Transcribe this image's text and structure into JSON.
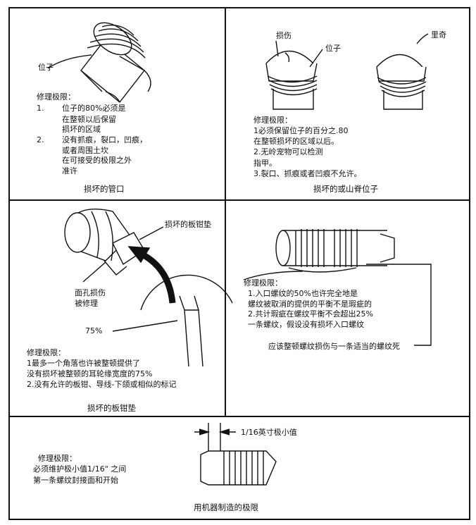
{
  "panel1": {
    "label_position": "位子",
    "limits_title": "修理极限：",
    "item1_num": "1.",
    "item1_lines": [
      "位子的80%必须是",
      "在整顿以后保留",
      "损坏的区域"
    ],
    "item2_num": "2.",
    "item2_lines": [
      "没有抓痕，裂口，凹痕，",
      "或者周围土坎",
      "在可接受的极限之外",
      "准许"
    ],
    "caption": "损坏的管口"
  },
  "panel2": {
    "label_damage": "损伤",
    "label_position": "位子",
    "label_lichi": "里奇",
    "limits_title": "修理极限：",
    "lines": [
      "1必须保留位子的百分之.80",
      "在整顿损坏的区域以后。",
      "2.无岭宠物可以检测",
      "指甲。",
      "3.裂口、抓痕或者凹痕不允许。"
    ],
    "caption": "损坏的或山脊位子"
  },
  "panel3": {
    "label_nut": "损坏的板钳垫",
    "label_face": [
      "面孔损伤",
      "被修理"
    ],
    "label_pct": "75%",
    "limits_title": "修理极限：",
    "lines": [
      "1最多一个角落也许被整顿提供了",
      "没有损坏被整顿的耳轮缘宽度的75%",
      "2.没有允许的板钳、导线-下颌或相似的标记"
    ],
    "caption": "损坏的板钳垫"
  },
  "panel4": {
    "limits_title": "修理极限：",
    "lines": [
      "1.入口螺纹的50%也许完全地是",
      "螺纹被取消的提供的平衡不是瑕疵的",
      "2.共计瑕疵在螺纹平衡不会超出25%",
      "一条螺纹，假设没有损坏入口螺纹"
    ],
    "note": "应该整顿螺纹损伤与一条适当的螺纹死"
  },
  "panel5": {
    "dim_label": "1/16英寸极小值",
    "limits_title": "修理极限：",
    "lines": [
      "必须维护极小值1/16\" 之间",
      "第一条螺纹封接面和开始"
    ],
    "caption": "用机器制造的极限"
  }
}
